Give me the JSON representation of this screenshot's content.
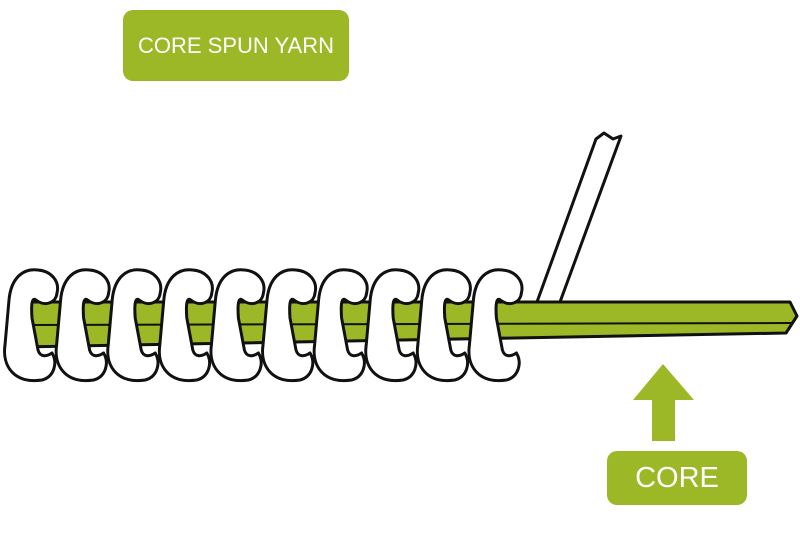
{
  "diagram": {
    "title": "CORE SPUN YARN",
    "core_label": "CORE",
    "core_color": "#9db827",
    "label_color": "#9db827",
    "wrap_fiber_color": "#ffffff",
    "outline_color": "#111111",
    "wrap_count": 10
  }
}
